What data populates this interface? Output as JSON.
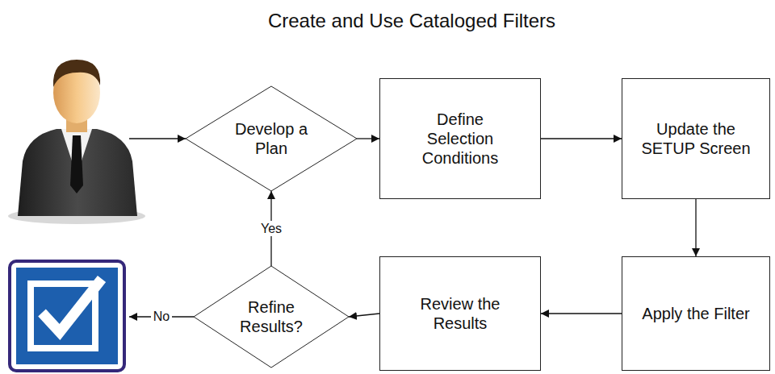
{
  "diagram": {
    "title": "Create and Use Cataloged Filters",
    "nodes": [
      {
        "text": [
          "Develop a Plan"
        ]
      },
      {
        "text": [
          "Define Selection Conditions"
        ]
      },
      {
        "text": [
          "Update the SETUP Screen"
        ]
      },
      {
        "text": [
          "Apply the Filter"
        ]
      },
      {
        "text": [
          "Review the Results"
        ]
      },
      {
        "text": [
          "Refine Results?"
        ]
      }
    ],
    "edges": [
      {
        "from": 0,
        "to": 1,
        "arrow": "to"
      },
      {
        "from": 1,
        "to": 2,
        "arrow": "to"
      },
      {
        "from": 2,
        "to": 3,
        "arrow": "to"
      },
      {
        "from": 3,
        "to": 4,
        "arrow": "to"
      },
      {
        "from": 4,
        "to": 5,
        "arrow": "to"
      },
      {
        "from": 5,
        "to": 0,
        "label": "Yes",
        "arrow": "to"
      }
    ],
    "labels": [
      "No"
    ]
  }
}
